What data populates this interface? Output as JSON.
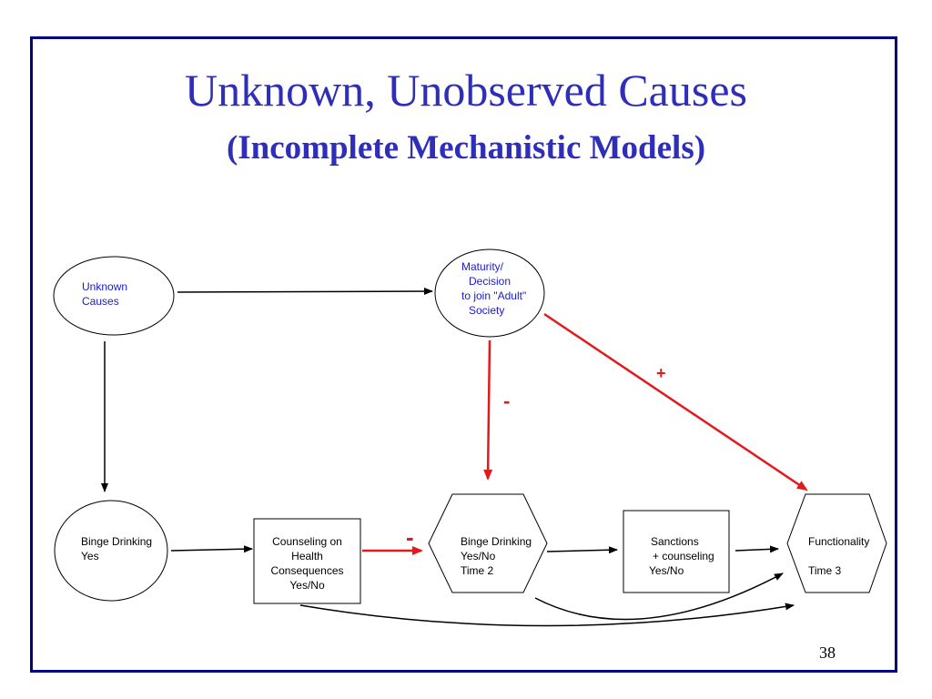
{
  "slide": {
    "title": "Unknown, Unobserved Causes",
    "subtitle": "(Incomplete Mechanistic Models)",
    "page_number": "38"
  },
  "nodes": {
    "unknown_causes": {
      "lines": [
        "Unknown",
        "Causes"
      ],
      "shape": "ellipse"
    },
    "maturity": {
      "lines": [
        "Maturity/",
        "Decision",
        "to join \"Adult\"",
        "Society"
      ],
      "shape": "ellipse"
    },
    "binge1": {
      "lines": [
        "Binge Drinking",
        "Yes"
      ],
      "shape": "ellipse"
    },
    "counseling": {
      "lines": [
        "Counseling on",
        "Health",
        "Consequences",
        "Yes/No"
      ],
      "shape": "rectangle"
    },
    "binge2": {
      "lines": [
        "Binge Drinking",
        "Yes/No",
        "Time 2"
      ],
      "shape": "hexagon"
    },
    "sanctions": {
      "lines": [
        "Sanctions",
        "+ counseling",
        "Yes/No"
      ],
      "shape": "rectangle"
    },
    "functionality": {
      "lines": [
        "Functionality",
        "Time 3"
      ],
      "shape": "hexagon"
    }
  },
  "edge_signs": {
    "maturity_to_binge2": "-",
    "maturity_to_functionality": "+",
    "counseling_to_binge2": "-"
  },
  "colors": {
    "title": "#2e2eb8",
    "frame": "#000080",
    "negative_edge": "#e41a1a",
    "node_label_blue": "#1a1ad0"
  }
}
